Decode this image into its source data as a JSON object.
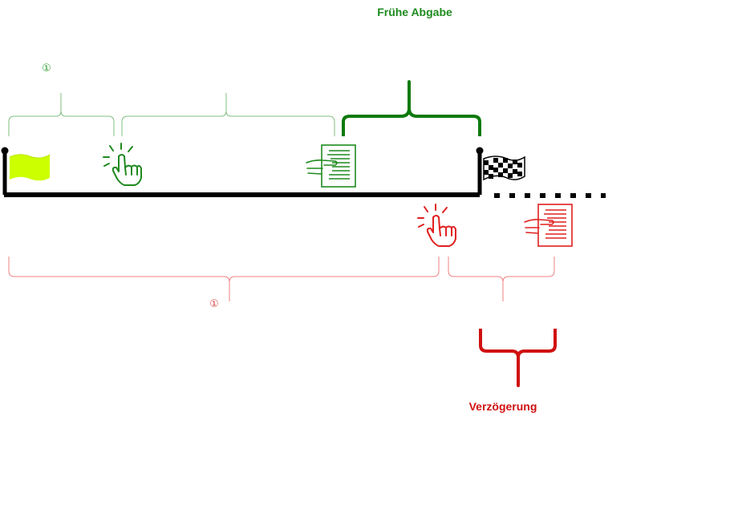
{
  "labels": {
    "early_submission": "Frühe Abgabe",
    "delay": "Verzögerung",
    "marker_top": "①",
    "marker_bottom": "①"
  },
  "icons": {
    "start_flag": "start-flag-icon",
    "finish_flag": "checkered-flag-icon",
    "click_green": "click-hand-icon",
    "submit_green": "document-submit-icon",
    "click_red": "click-hand-icon",
    "submit_red": "document-submit-icon"
  },
  "colors": {
    "green": "#1e8a1e",
    "dark_green": "#0d7a0d",
    "red": "#e02020",
    "dark_red": "#d01010",
    "timeline": "#000000",
    "start_flag": "#ccff00"
  }
}
